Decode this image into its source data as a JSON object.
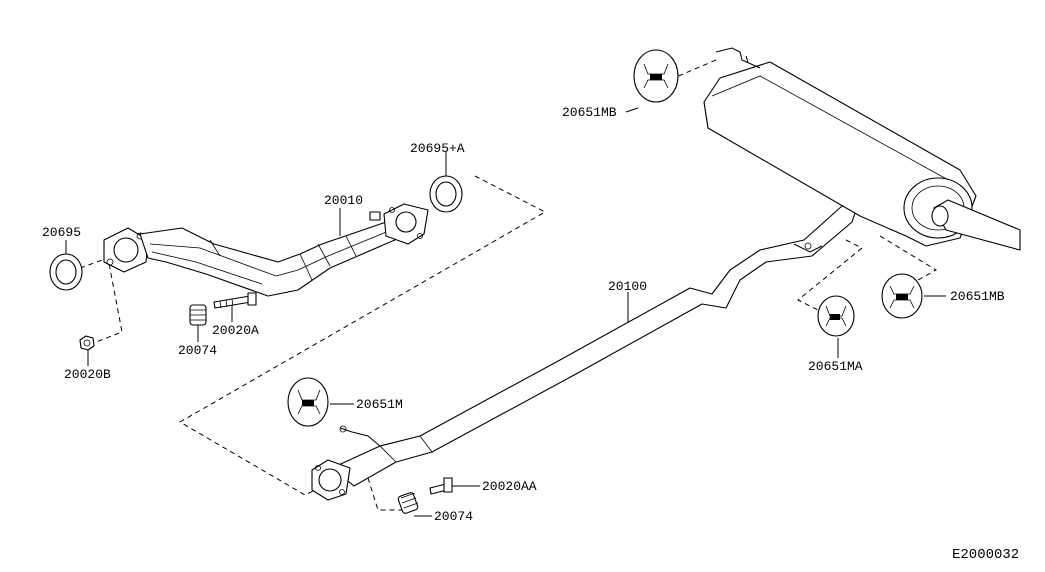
{
  "diagram": {
    "reference_code": "E2000032",
    "callouts": [
      {
        "id": "c1",
        "label": "20695"
      },
      {
        "id": "c2",
        "label": "20020B"
      },
      {
        "id": "c3",
        "label": "20074"
      },
      {
        "id": "c4",
        "label": "20020A"
      },
      {
        "id": "c5",
        "label": "20010"
      },
      {
        "id": "c6",
        "label": "20695+A"
      },
      {
        "id": "c7",
        "label": "20651MB"
      },
      {
        "id": "c8",
        "label": "20100"
      },
      {
        "id": "c9",
        "label": "20651MB"
      },
      {
        "id": "c10",
        "label": "20651MA"
      },
      {
        "id": "c11",
        "label": "20651M"
      },
      {
        "id": "c12",
        "label": "20020AA"
      },
      {
        "id": "c13",
        "label": "20074"
      }
    ]
  }
}
